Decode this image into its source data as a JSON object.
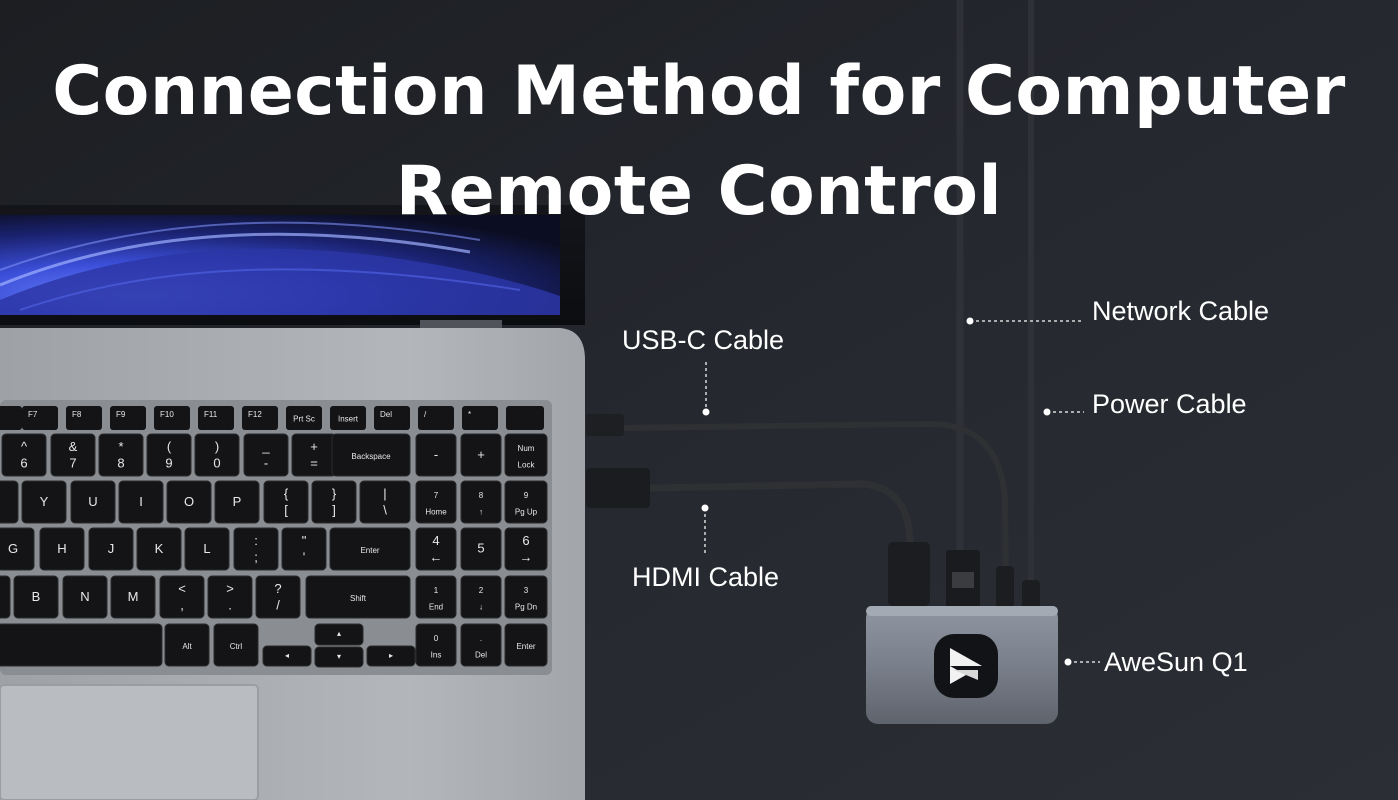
{
  "title": {
    "line1": "Connection Method for Computer",
    "line2": "Remote Control"
  },
  "callouts": {
    "network_cable": "Network Cable",
    "usb_c_cable": "USB-C Cable",
    "power_cable": "Power Cable",
    "hdmi_cable": "HDMI Cable",
    "device": "AweSun Q1"
  },
  "keyboard": {
    "row_fn": [
      "F7",
      "F8",
      "F9",
      "F10",
      "F11",
      "F12",
      "Prt Sc",
      "Insert",
      "Del",
      "/",
      "*",
      ""
    ],
    "row_num": [
      {
        "top": "^",
        "bottom": "6"
      },
      {
        "top": "&",
        "bottom": "7"
      },
      {
        "top": "*",
        "bottom": "8"
      },
      {
        "top": "(",
        "bottom": "9"
      },
      {
        "top": ")",
        "bottom": "0"
      },
      {
        "top": "_",
        "bottom": "-"
      },
      {
        "top": "+",
        "bottom": "="
      },
      {
        "top": "",
        "bottom": "Backspace"
      },
      {
        "top": "",
        "bottom": "-"
      },
      {
        "top": "",
        "bottom": "+"
      },
      {
        "top": "Num",
        "bottom": "Lock"
      }
    ],
    "row_q": [
      {
        "top": "",
        "bottom": "Y"
      },
      {
        "top": "",
        "bottom": "U"
      },
      {
        "top": "",
        "bottom": "I"
      },
      {
        "top": "",
        "bottom": "O"
      },
      {
        "top": "",
        "bottom": "P"
      },
      {
        "top": "{",
        "bottom": "["
      },
      {
        "top": "}",
        "bottom": "]"
      },
      {
        "top": "|",
        "bottom": "\\"
      },
      {
        "top": "7",
        "bottom": "Home"
      },
      {
        "top": "8",
        "bottom": "↑"
      },
      {
        "top": "9",
        "bottom": "Pg Up"
      }
    ],
    "row_a": [
      {
        "top": "",
        "bottom": "G"
      },
      {
        "top": "",
        "bottom": "H"
      },
      {
        "top": "",
        "bottom": "J"
      },
      {
        "top": "",
        "bottom": "K"
      },
      {
        "top": "",
        "bottom": "L"
      },
      {
        "top": ":",
        "bottom": ";"
      },
      {
        "top": "\"",
        "bottom": "'"
      },
      {
        "top": "",
        "bottom": "Enter"
      },
      {
        "top": "4",
        "bottom": "←"
      },
      {
        "top": "5",
        "bottom": ""
      },
      {
        "top": "6",
        "bottom": "→"
      }
    ],
    "row_z": [
      {
        "top": "",
        "bottom": "B"
      },
      {
        "top": "",
        "bottom": "N"
      },
      {
        "top": "",
        "bottom": "M"
      },
      {
        "top": "<",
        "bottom": ","
      },
      {
        "top": ">",
        "bottom": "."
      },
      {
        "top": "?",
        "bottom": "/"
      },
      {
        "top": "",
        "bottom": "Shift"
      },
      {
        "top": "1",
        "bottom": "End"
      },
      {
        "top": "2",
        "bottom": "↓"
      },
      {
        "top": "3",
        "bottom": "Pg Dn"
      }
    ],
    "row_bottom": [
      {
        "top": "",
        "bottom": "Alt"
      },
      {
        "top": "",
        "bottom": "Ctrl"
      },
      {
        "top": "",
        "bottom": "◂"
      },
      {
        "top": "▴",
        "bottom": ""
      },
      {
        "top": "",
        "bottom": "▾"
      },
      {
        "top": "",
        "bottom": "▸"
      },
      {
        "top": "0",
        "bottom": "Ins"
      },
      {
        "top": ".",
        "bottom": "Del"
      },
      {
        "top": "",
        "bottom": "Enter"
      }
    ]
  },
  "colors": {
    "background": "#23262b",
    "laptop_body": "#a8abb0",
    "key_cap": "#141416",
    "screen_accent": "#3d4fd6",
    "hub_body": "#7f8590",
    "cable": "#2e3034"
  }
}
